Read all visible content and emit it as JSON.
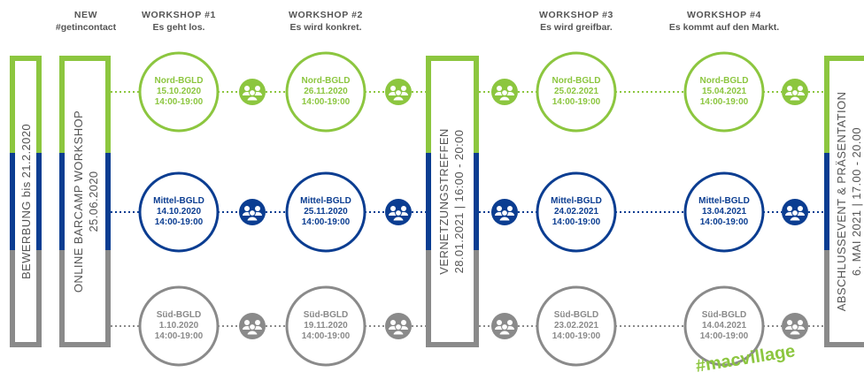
{
  "colors": {
    "green": "#8cc63f",
    "blue": "#0b3d91",
    "gray": "#8a8a8a",
    "text": "#555555"
  },
  "headers": [
    {
      "line1": "NEW",
      "line2": "#getincontact"
    },
    {
      "line1": "WORKSHOP #1",
      "line2": "Es geht los."
    },
    {
      "line1": "WORKSHOP #2",
      "line2": "Es wird konkret."
    },
    {
      "line1": "WORKSHOP #3",
      "line2": "Es wird greifbar."
    },
    {
      "line1": "WORKSHOP #4",
      "line2": "Es kommt auf den Markt."
    }
  ],
  "milestones": {
    "bewerbung": {
      "line1": "BEWERBUNG bis 21.2.2020"
    },
    "barcamp": {
      "line1": "ONLINE BARCAMP WORKSHOP",
      "line2": "25.06.2020"
    },
    "vernetzung": {
      "line1": "VERNETZUNGSTREFFEN",
      "line2": "28.01.2021 | 16:00 - 20:00"
    },
    "abschluss": {
      "line1": "ABSCHLUSSEVENT & PRÄSENTATION",
      "line2": "6. MAI 2021 | 17.00 - 20.00"
    }
  },
  "rows": [
    {
      "region": "nord",
      "color": "#8cc63f",
      "workshops": [
        {
          "name": "Nord-BGLD",
          "date": "15.10.2020",
          "time": "14:00-19:00"
        },
        {
          "name": "Nord-BGLD",
          "date": "26.11.2020",
          "time": "14:00-19:00"
        },
        {
          "name": "Nord-BGLD",
          "date": "25.02.2021",
          "time": "14:00-19:00"
        },
        {
          "name": "Nord-BGLD",
          "date": "15.04.2021",
          "time": "14:00-19:00"
        }
      ]
    },
    {
      "region": "mittel",
      "color": "#0b3d91",
      "workshops": [
        {
          "name": "Mittel-BGLD",
          "date": "14.10.2020",
          "time": "14:00-19:00"
        },
        {
          "name": "Mittel-BGLD",
          "date": "25.11.2020",
          "time": "14:00-19:00"
        },
        {
          "name": "Mittel-BGLD",
          "date": "24.02.2021",
          "time": "14:00-19:00"
        },
        {
          "name": "Mittel-BGLD",
          "date": "13.04.2021",
          "time": "14:00-19:00"
        }
      ]
    },
    {
      "region": "sued",
      "color": "#8a8a8a",
      "workshops": [
        {
          "name": "Süd-BGLD",
          "date": "1.10.2020",
          "time": "14:00-19:00"
        },
        {
          "name": "Süd-BGLD",
          "date": "19.11.2020",
          "time": "14:00-19:00"
        },
        {
          "name": "Süd-BGLD",
          "date": "23.02.2021",
          "time": "14:00-19:00"
        },
        {
          "name": "Süd-BGLD",
          "date": "14.04.2021",
          "time": "14:00-19:00"
        }
      ]
    }
  ],
  "hashtag": "#macvillage",
  "icon_name": "people-group-icon"
}
